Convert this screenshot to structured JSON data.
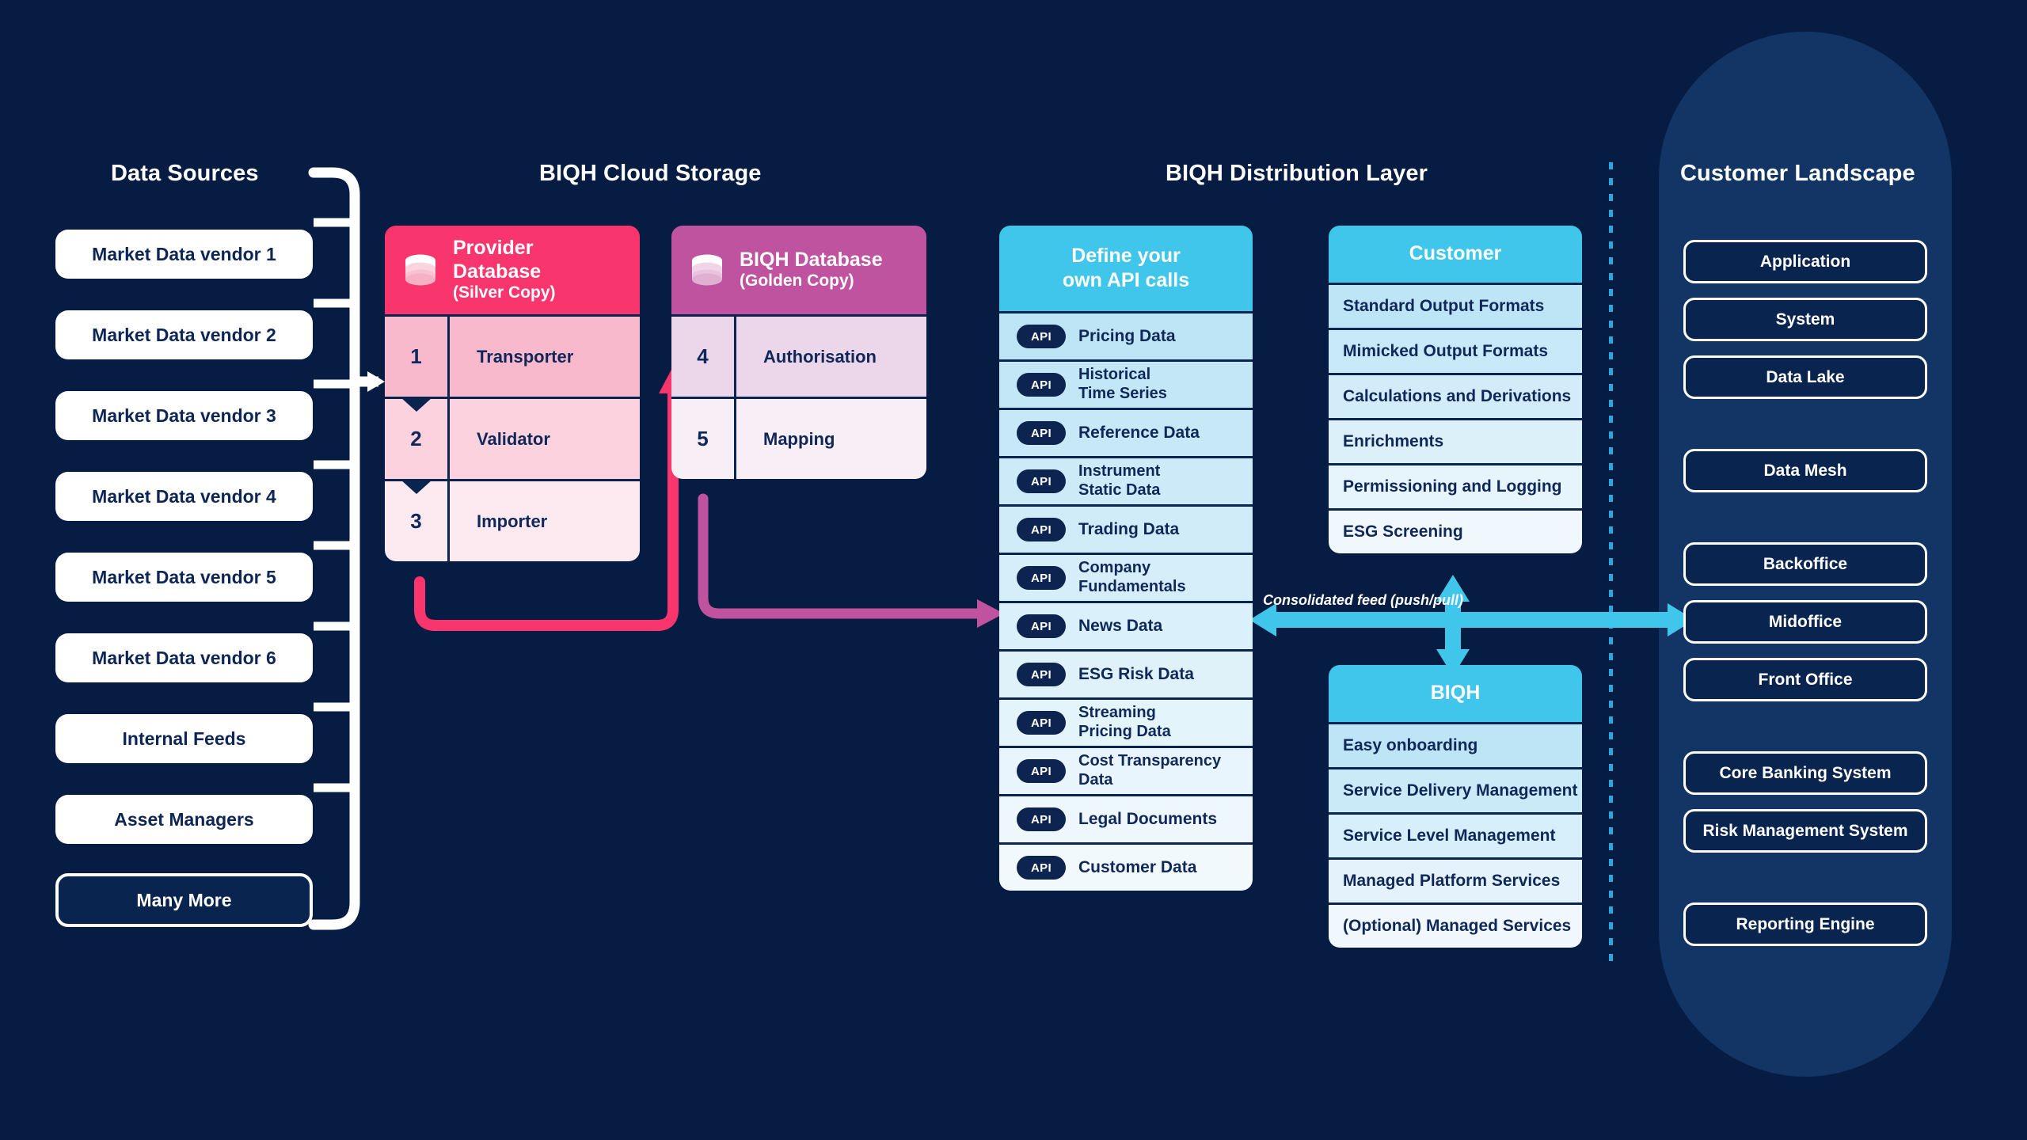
{
  "colors": {
    "background": "#061c42",
    "provider_header": "#f8356d",
    "biqh_db_header": "#c0539f",
    "distribution_header": "#3fc6ea",
    "arrow_crimson": "#f8356d",
    "arrow_orchid": "#c0539f",
    "arrow_cyan": "#3fc6ea",
    "pill_white": "#ffffff",
    "text_navy": "#10275a",
    "divider_dots": "#29a8dd"
  },
  "columns": {
    "data_sources": {
      "title": "Data Sources",
      "items": [
        {
          "label": "Market Data vendor 1",
          "style": "filled"
        },
        {
          "label": "Market Data vendor 2",
          "style": "filled"
        },
        {
          "label": "Market Data vendor 3",
          "style": "filled"
        },
        {
          "label": "Market Data vendor 4",
          "style": "filled"
        },
        {
          "label": "Market Data vendor 5",
          "style": "filled"
        },
        {
          "label": "Market Data vendor 6",
          "style": "filled"
        },
        {
          "label": "Internal Feeds",
          "style": "filled"
        },
        {
          "label": "Asset Managers",
          "style": "filled"
        },
        {
          "label": "Many More",
          "style": "outline"
        }
      ]
    },
    "cloud_storage": {
      "title": "BIQH Cloud Storage",
      "provider_database": {
        "icon": "database-cylinder-icon",
        "title": "Provider Database",
        "subtitle": "(Silver Copy)",
        "rows": [
          {
            "num": "1",
            "label": "Transporter"
          },
          {
            "num": "2",
            "label": "Validator"
          },
          {
            "num": "3",
            "label": "Importer"
          }
        ]
      },
      "biqh_database": {
        "icon": "database-cylinder-icon",
        "title": "BIQH Database",
        "subtitle": "(Golden Copy)",
        "rows": [
          {
            "num": "4",
            "label": "Authorisation"
          },
          {
            "num": "5",
            "label": "Mapping"
          }
        ]
      }
    },
    "distribution_layer": {
      "title": "BIQH Distribution Layer",
      "api_panel": {
        "header": "Define your\nown API calls",
        "badge": "API",
        "rows": [
          "Pricing Data",
          "Historical\nTime Series",
          "Reference Data",
          "Instrument\nStatic Data",
          "Trading Data",
          "Company\nFundamentals",
          "News Data",
          "ESG Risk Data",
          "Streaming\nPricing Data",
          "Cost Transparency\nData",
          "Legal Documents",
          "Customer Data"
        ]
      },
      "customer_panel": {
        "header": "Customer",
        "rows": [
          "Standard Output Formats",
          "Mimicked Output Formats",
          "Calculations and Derivations",
          "Enrichments",
          "Permissioning and Logging",
          "ESG Screening"
        ]
      },
      "biqh_panel": {
        "header": "BIQH",
        "rows": [
          "Easy onboarding",
          "Service Delivery Management",
          "Service Level Management",
          "Managed Platform Services",
          "(Optional) Managed Services"
        ]
      },
      "feed_label": "Consolidated feed (push/pull)"
    },
    "customer_landscape": {
      "title": "Customer Landscape",
      "groups": [
        {
          "items": [
            "Application",
            "System",
            "Data Lake"
          ]
        },
        {
          "items": [
            "Data Mesh"
          ]
        },
        {
          "items": [
            "Backoffice",
            "Midoffice",
            "Front Office"
          ]
        },
        {
          "items": [
            "Core Banking System",
            "Risk Management System"
          ]
        },
        {
          "items": [
            "Reporting Engine"
          ]
        }
      ]
    }
  }
}
